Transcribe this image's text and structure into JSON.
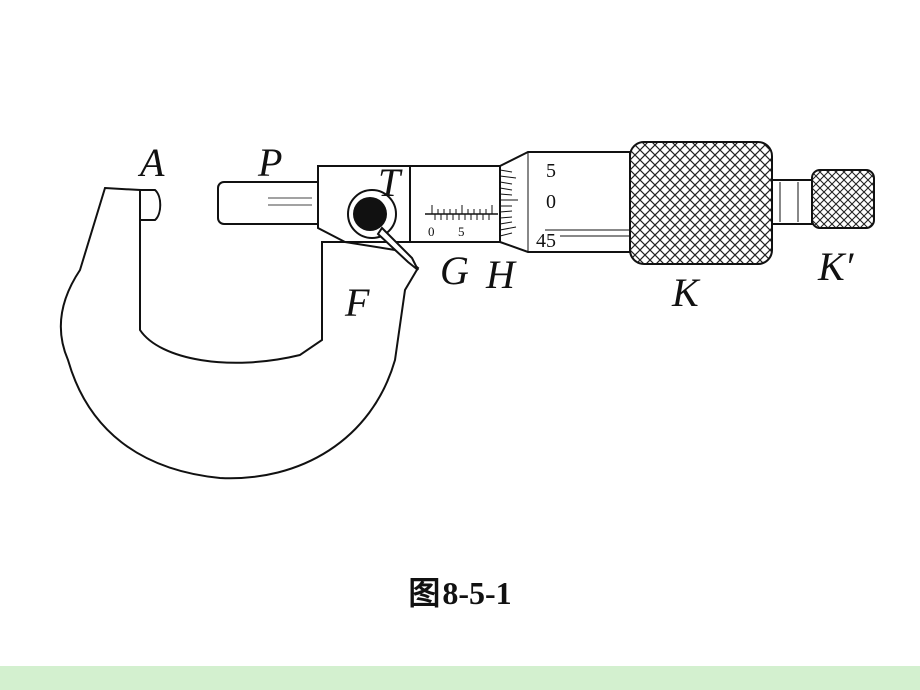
{
  "figure": {
    "labels": {
      "A": "A",
      "P": "P",
      "T": "T",
      "F": "F",
      "G": "G",
      "H": "H",
      "K": "K",
      "Kprime": "K′"
    },
    "sleeve_scale": [
      "0",
      "5"
    ],
    "thimble_scale": [
      "5",
      "0",
      "45"
    ]
  },
  "caption": {
    "prefix": "图",
    "number": "8-5-1"
  },
  "colors": {
    "footer": "#d3f0cf",
    "ink": "#111111"
  }
}
